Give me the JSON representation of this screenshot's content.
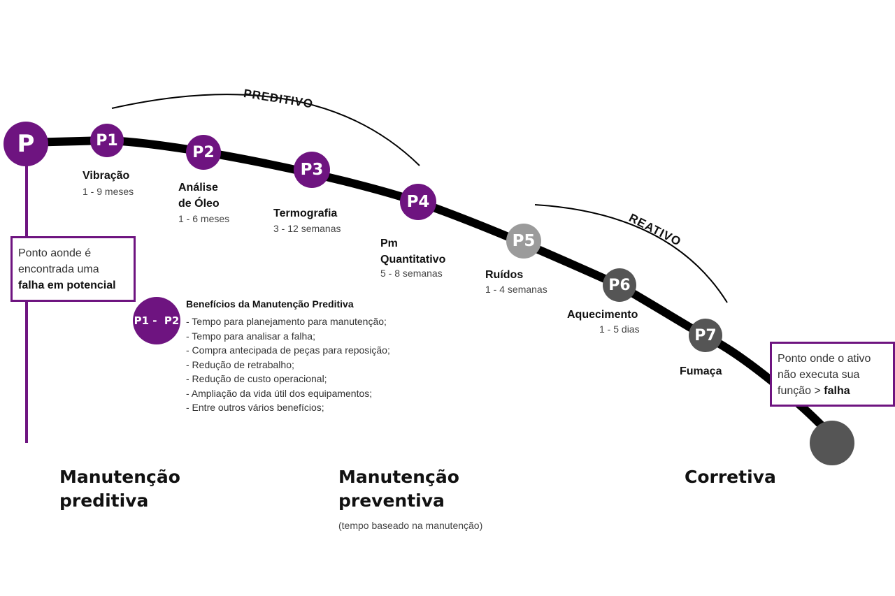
{
  "colors": {
    "purple": "#6e1480",
    "grey_light": "#9b9b9b",
    "grey_dark": "#555555",
    "curve": "#000000"
  },
  "start_point": {
    "label": "P"
  },
  "points": [
    {
      "id": "P1",
      "name": "Vibração",
      "range": "1 - 9 meses"
    },
    {
      "id": "P2",
      "name_line1": "Análise",
      "name_line2": "de Óleo",
      "range": "1 -  6 meses"
    },
    {
      "id": "P3",
      "name": "Termografia",
      "range": "3 - 12 semanas"
    },
    {
      "id": "P4",
      "name_line1": "Pm",
      "name_line2": "Quantitativo",
      "range": "5 - 8 semanas"
    },
    {
      "id": "P5",
      "name": "Ruídos",
      "range": "1 - 4 semanas"
    },
    {
      "id": "P6",
      "name": "Aquecimento",
      "range": "1 -  5 dias"
    },
    {
      "id": "P7",
      "name": "Fumaça"
    }
  ],
  "arcs": {
    "preditivo": "PREDITIVO",
    "reativo": "REATIVO"
  },
  "potential_failure_box": {
    "line1": "Ponto aonde é",
    "line2": "encontrada uma",
    "line3_bold": "falha em potencial"
  },
  "failure_box": {
    "line1": "Ponto onde o ativo",
    "line2": "não executa sua",
    "line3": "função > ",
    "line3_bold": "falha"
  },
  "benefits": {
    "badge": "P1 -  P2",
    "title": "Benefícios da Manutenção Preditiva",
    "items": [
      "- Tempo para planejamento para manutenção;",
      "- Tempo para analisar a falha;",
      "- Compra antecipada de peças para reposição;",
      "- Redução de retrabalho;",
      "- Redução de custo operacional;",
      "- Ampliação da vida útil dos equipamentos;",
      "- Entre outros vários benefícios;"
    ]
  },
  "bottom": {
    "preditiva_line1": "Manutenção",
    "preditiva_line2": "preditiva",
    "preventiva_line1": "Manutenção",
    "preventiva_line2": "preventiva",
    "preventiva_note": "(tempo baseado na manutenção)",
    "corretiva": "Corretiva"
  }
}
